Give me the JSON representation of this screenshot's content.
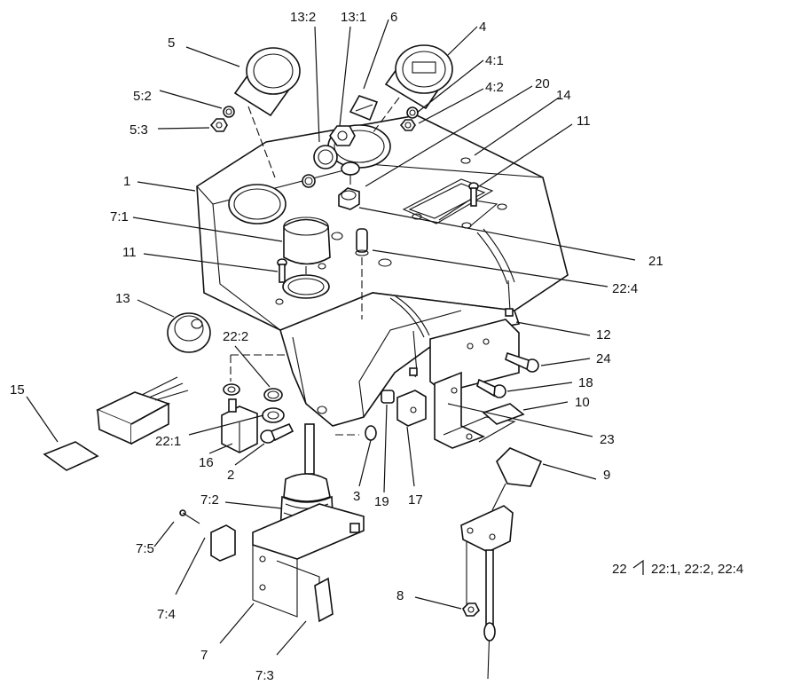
{
  "callouts": [
    "5",
    "13:2",
    "13:1",
    "6",
    "4",
    "4:1",
    "4:2",
    "20",
    "14",
    "11",
    "5:2",
    "5:3",
    "1",
    "7:1",
    "11",
    "21",
    "22:4",
    "13",
    "12",
    "24",
    "22:2",
    "18",
    "15",
    "10",
    "22:1",
    "23",
    "16",
    "2",
    "3",
    "19",
    "17",
    "9",
    "7:2",
    "7:5",
    "7:4",
    "7",
    "7:3",
    "8"
  ],
  "legend": {
    "key": "22",
    "items": "22:1, 22:2, 22:4"
  }
}
